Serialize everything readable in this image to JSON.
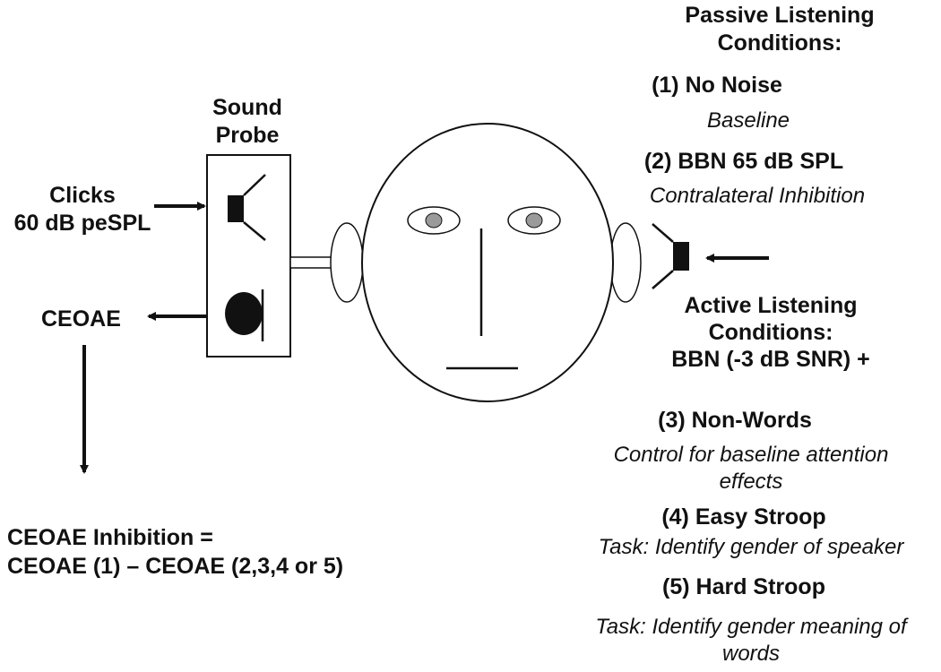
{
  "probe": {
    "title_line1": "Sound",
    "title_line2": "Probe"
  },
  "stimulus": {
    "line1": "Clicks",
    "line2": "60 dB peSPL"
  },
  "response": {
    "label": "CEOAE"
  },
  "formula": {
    "line1": "CEOAE Inhibition =",
    "line2": "CEOAE (1) – CEOAE (2,3,4 or 5)"
  },
  "passive": {
    "title_line1": "Passive Listening",
    "title_line2": "Conditions:",
    "conditions": [
      {
        "label": "(1) No Noise",
        "desc": "Baseline"
      },
      {
        "label": "(2) BBN 65 dB SPL",
        "desc": "Contralateral Inhibition"
      }
    ]
  },
  "active": {
    "title_line1": "Active Listening",
    "title_line2": "Conditions:",
    "title_line3": "BBN (-3 dB SNR) +",
    "conditions": [
      {
        "label": "(3) Non-Words",
        "desc_line1": "Control for baseline attention",
        "desc_line2": "effects"
      },
      {
        "label": "(4) Easy Stroop",
        "desc_line1": "Task: Identify gender of speaker",
        "desc_line2": ""
      },
      {
        "label": "(5) Hard Stroop",
        "desc_line1": "Task: Identify gender meaning of",
        "desc_line2": "words"
      }
    ]
  },
  "colors": {
    "ink": "#111111",
    "eye_iris": "#9a9a9a",
    "background": "#ffffff"
  }
}
